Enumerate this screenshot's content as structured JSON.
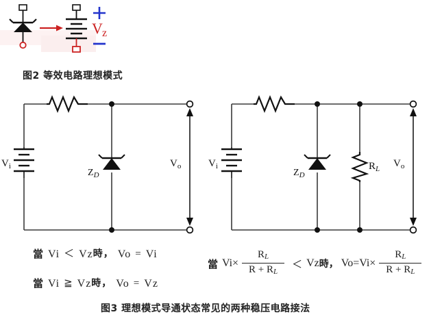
{
  "figure2": {
    "caption": "图2  等效电路理想模式",
    "symbol": {
      "zener_name": "zener-diode",
      "arrow_name": "red-right-arrow",
      "battery_name": "battery",
      "plus_label": "+",
      "minus_label": "−",
      "vz_label": "Vz",
      "accent_color": "#cc2222",
      "blue_color": "#2222cc"
    }
  },
  "figure3": {
    "caption": "图3  理想模式导通状态常见的两种稳压电路接法",
    "circuit_left": {
      "source_label": "Vi",
      "resistor_label": "",
      "zener_label": "Z",
      "zener_sub": "D",
      "output_label": "Vo"
    },
    "circuit_right": {
      "source_label": "Vi",
      "zener_label": "Z",
      "zener_sub": "D",
      "load_label": "R",
      "load_sub": "L",
      "output_label": "Vo"
    }
  },
  "equations": {
    "left": [
      {
        "prefix": "當",
        "lhs": "Vi",
        "lhs_sub": "",
        "operator": "＜",
        "rhs": "Vz",
        "suffix": "時，",
        "result_lhs": "Vo",
        "result_eq": "=",
        "result_rhs": "Vi"
      },
      {
        "prefix": "當",
        "lhs": "Vi",
        "operator": "≧",
        "rhs": "Vz",
        "suffix": "時，",
        "result_lhs": "Vo",
        "result_eq": "=",
        "result_rhs": "Vz"
      }
    ],
    "right": {
      "prefix": "當",
      "lhs": "Vi×",
      "frac1_num": "R",
      "frac1_num_sub": "L",
      "frac1_den": "R + R",
      "frac1_den_sub": "L",
      "operator": "＜",
      "compare": "Vz",
      "suffix": "時，",
      "result": "Vo=Vi×",
      "frac2_num": "R",
      "frac2_num_sub": "L",
      "frac2_den": "R + R",
      "frac2_den_sub": "L"
    }
  },
  "colors": {
    "wire": "#3a3a3a",
    "ink": "#111111",
    "red": "#cc2222",
    "blue": "#2233cc",
    "background": "#ffffff"
  }
}
